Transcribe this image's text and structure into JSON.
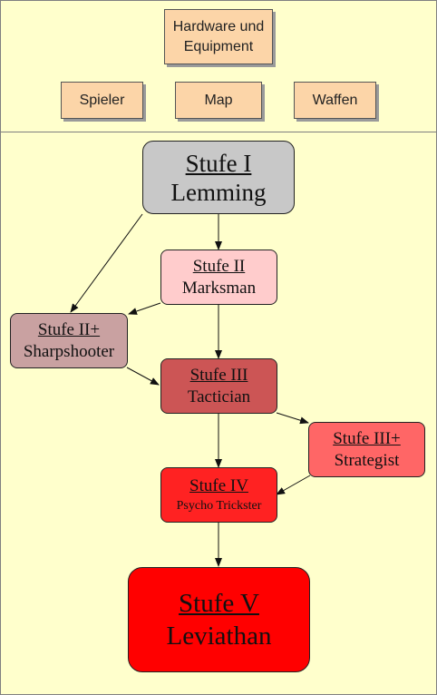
{
  "categories": {
    "hardware": "Hardware und\nEquipment",
    "spieler": "Spieler",
    "map": "Map",
    "waffen": "Waffen"
  },
  "stages": [
    {
      "level": "Stufe I",
      "name": "Lemming",
      "color": "#c8c8c8"
    },
    {
      "level": "Stufe II",
      "name": "Marksman",
      "color": "#ffcccc"
    },
    {
      "level": "Stufe II+",
      "name": "Sharpshooter",
      "color": "#c9a1a1"
    },
    {
      "level": "Stufe III",
      "name": "Tactician",
      "color": "#cc5555"
    },
    {
      "level": "Stufe III+",
      "name": "Strategist",
      "color": "#ff6666"
    },
    {
      "level": "Stufe IV",
      "name": "Psycho Trickster",
      "color": "#ff2222"
    },
    {
      "level": "Stufe V",
      "name": "Leviathan",
      "color": "#ff0000"
    }
  ]
}
